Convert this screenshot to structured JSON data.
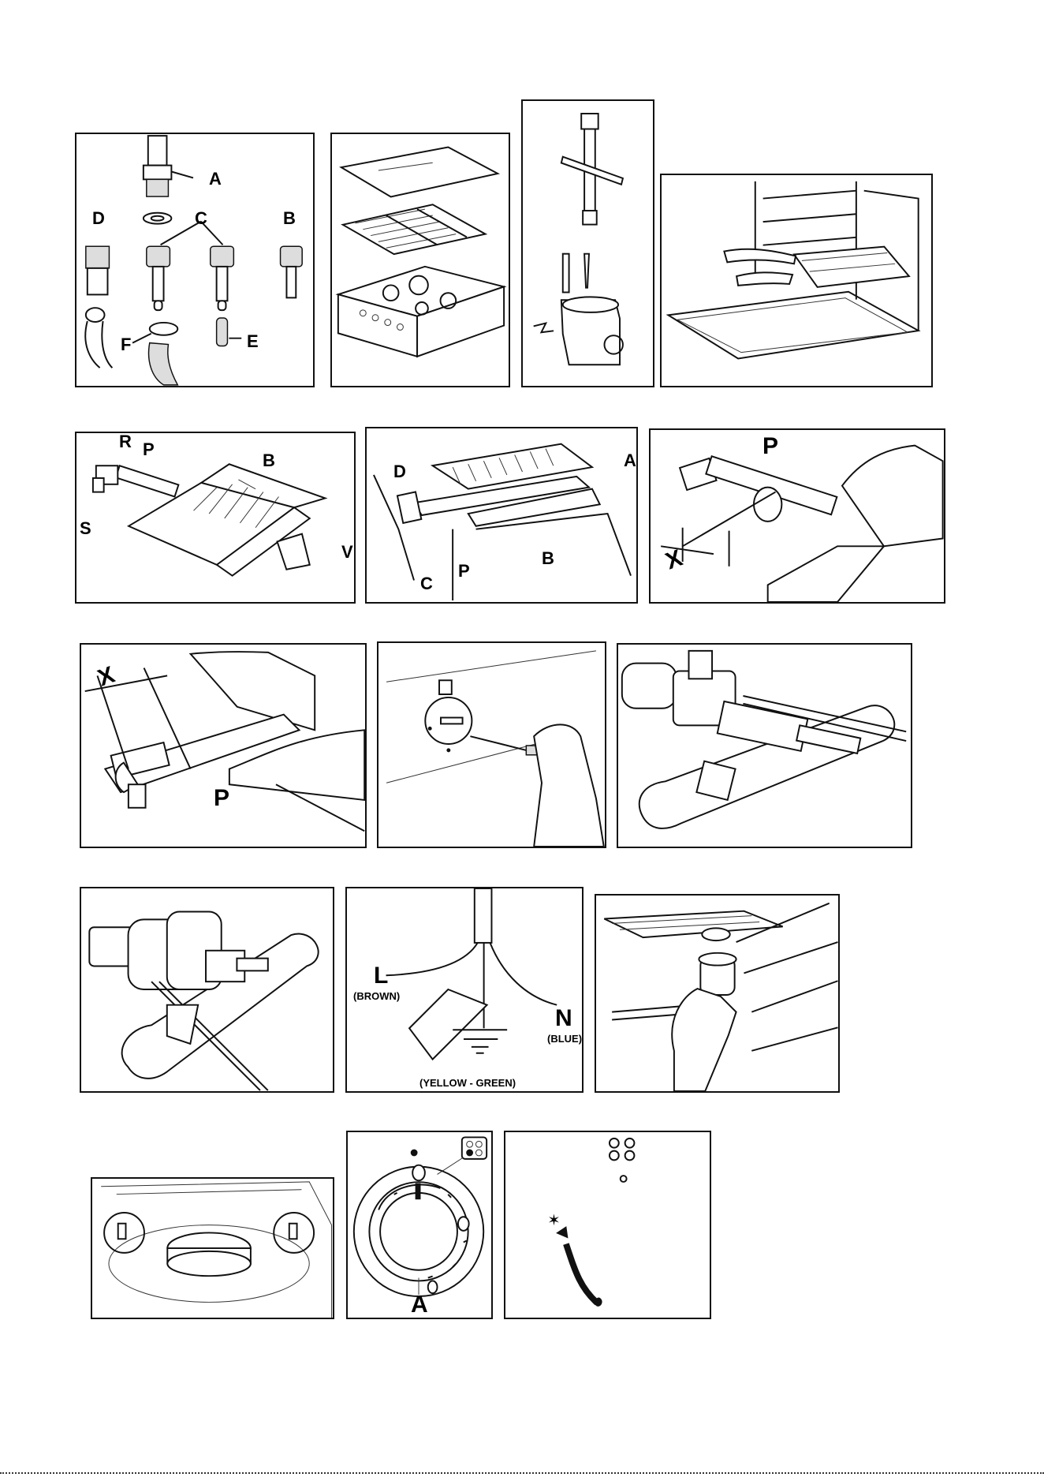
{
  "figures": [
    {
      "id": "fig-fittings",
      "labels": [
        "A",
        "B",
        "C",
        "D",
        "E",
        "F"
      ]
    },
    {
      "id": "fig-hob-exploded",
      "labels": []
    },
    {
      "id": "fig-tools",
      "labels": []
    },
    {
      "id": "fig-oven-interior",
      "labels": []
    },
    {
      "id": "fig-burner-1",
      "labels": [
        "R",
        "P",
        "B",
        "S",
        "V"
      ]
    },
    {
      "id": "fig-burner-2",
      "labels": [
        "D",
        "A",
        "C",
        "P",
        "B"
      ]
    },
    {
      "id": "fig-burner-3",
      "labels": [
        "P",
        "X"
      ]
    },
    {
      "id": "fig-burner-4",
      "labels": [
        "X",
        "P"
      ]
    },
    {
      "id": "fig-knob-screwdriver",
      "labels": []
    },
    {
      "id": "fig-valve-1",
      "labels": []
    },
    {
      "id": "fig-valve-2",
      "labels": []
    },
    {
      "id": "fig-wiring",
      "labels": [
        "L",
        "(BROWN)",
        "N",
        "(BLUE)",
        "(YELLOW - GREEN)"
      ]
    },
    {
      "id": "fig-oven-lamp",
      "labels": []
    },
    {
      "id": "fig-hob-burner",
      "labels": []
    },
    {
      "id": "fig-knob-dial",
      "labels": [
        "A"
      ]
    },
    {
      "id": "fig-flame-symbols",
      "labels": []
    }
  ],
  "fittings": {
    "a": "A",
    "b": "B",
    "c": "C",
    "d": "D",
    "e": "E",
    "f": "F"
  },
  "burner1": {
    "r": "R",
    "p": "P",
    "b": "B",
    "s": "S",
    "v": "V"
  },
  "burner2": {
    "d": "D",
    "a": "A",
    "c": "C",
    "p": "P",
    "b": "B"
  },
  "burner3": {
    "p": "P",
    "x": "X"
  },
  "burner4": {
    "x": "X",
    "p": "P"
  },
  "wiring": {
    "l": "L",
    "brown": "(BROWN)",
    "n": "N",
    "blue": "(BLUE)",
    "earth": "(YELLOW - GREEN)"
  },
  "dial": {
    "a": "A"
  }
}
